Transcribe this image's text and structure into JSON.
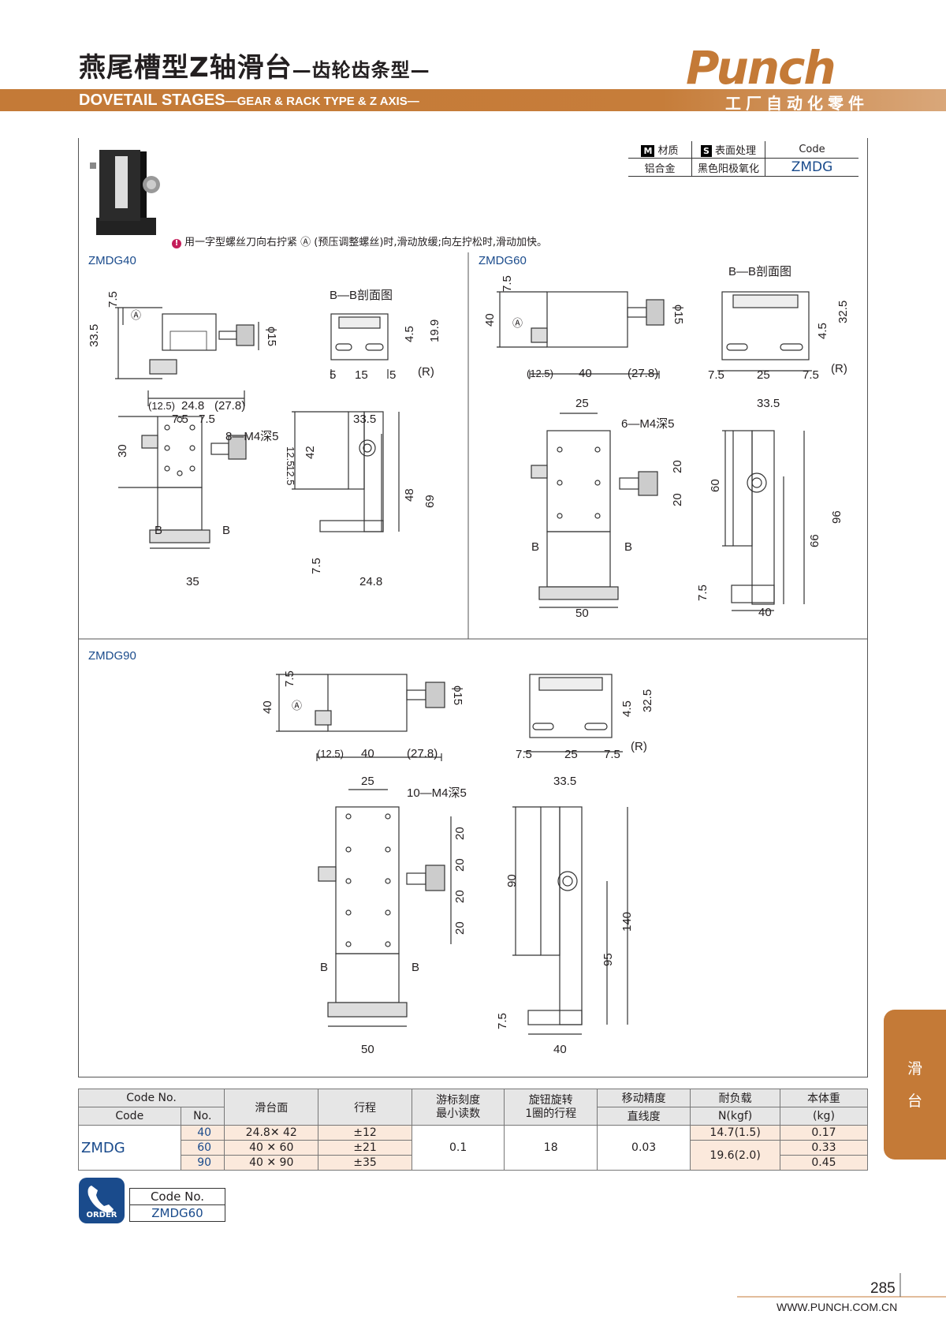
{
  "header": {
    "title_cn": "燕尾槽型Z轴滑台",
    "title_cn_sub": "—齿轮齿条型—",
    "title_en": "DOVETAIL STAGES",
    "title_en_sub": "—GEAR & RACK TYPE & Z AXIS—",
    "logo": "Punch",
    "logo_sub": "工厂自动化零件",
    "brand_color": "#c47a37"
  },
  "spec": {
    "material_label": "材质",
    "material_icon": "M",
    "surface_label": "表面处理",
    "surface_icon": "S",
    "code_label": "Code",
    "material": "铝合金",
    "surface": "黑色阳极氧化",
    "code": "ZMDG"
  },
  "note": {
    "icon": "!",
    "text": "用一字型螺丝刀向右拧紧 Ⓐ (预压调整螺丝)时,滑动放缓;向左拧松时,滑动加快。"
  },
  "models": {
    "m40": "ZMDG40",
    "m60": "ZMDG60",
    "m90": "ZMDG90"
  },
  "section_label": "B—B剖面图",
  "dims40": {
    "d75": "7.5",
    "d335": "33.5",
    "a": "Ⓐ",
    "phi15": "ϕ15",
    "d125": "(12.5)",
    "d248": "24.8",
    "d278": "(27.8)",
    "s5a": "5",
    "s15": "15",
    "s5b": "5",
    "s45": "4.5",
    "s199": "19.9",
    "r": "(R)",
    "t75a": "7.5",
    "t75b": "7.5",
    "holes": "8—M4深5",
    "t30": "30",
    "t125a": "12.5",
    "t125b": "12.5",
    "b1": "B",
    "b2": "B",
    "w35": "35",
    "e335": "33.5",
    "e42": "42",
    "e48": "48",
    "e69": "69",
    "e75": "7.5",
    "e248": "24.8"
  },
  "dims60": {
    "d75": "7.5",
    "d40": "40",
    "a": "Ⓐ",
    "phi15": "ϕ15",
    "d125": "(12.5)",
    "d40b": "40",
    "d278": "(27.8)",
    "s325": "32.5",
    "s45": "4.5",
    "s75a": "7.5",
    "s25": "25",
    "s75b": "7.5",
    "r": "(R)",
    "t25": "25",
    "holes": "6—M4深5",
    "t20a": "20",
    "t20b": "20",
    "b1": "B",
    "b2": "B",
    "w50": "50",
    "e335": "33.5",
    "e60": "60",
    "e66": "66",
    "e96": "96",
    "e75": "7.5",
    "e40": "40"
  },
  "dims90": {
    "d75": "7.5",
    "d40": "40",
    "a": "Ⓐ",
    "phi15": "ϕ15",
    "d125": "(12.5)",
    "d40b": "40",
    "d278": "(27.8)",
    "s325": "32.5",
    "s45": "4.5",
    "s75a": "7.5",
    "s25": "25",
    "s75b": "7.5",
    "r": "(R)",
    "t25": "25",
    "holes": "10—M4深5",
    "t20a": "20",
    "t20b": "20",
    "t20c": "20",
    "t20d": "20",
    "b1": "B",
    "b2": "B",
    "w50": "50",
    "e335": "33.5",
    "e90": "90",
    "e95": "95",
    "e140": "140",
    "e75": "7.5",
    "e40": "40"
  },
  "table": {
    "h_codeno": "Code No.",
    "h_code": "Code",
    "h_no": "No.",
    "h_surface": "滑台面",
    "h_stroke": "行程",
    "h_vernier": "游标刻度\n最小读数",
    "h_knob": "旋钮旋转\n1圈的行程",
    "h_accuracy": "移动精度",
    "h_linearity": "直线度",
    "h_load": "耐负载",
    "h_load_unit": "N(kgf)",
    "h_weight": "本体重",
    "h_weight_unit": "(kg)",
    "code": "ZMDG",
    "vernier": "0.1",
    "knob": "18",
    "accuracy": "0.03",
    "rows": [
      {
        "no": "40",
        "surface": "24.8✕ 42",
        "stroke": "±12",
        "load": "14.7(1.5)",
        "weight": "0.17"
      },
      {
        "no": "60",
        "surface": "40 ✕ 60",
        "stroke": "±21",
        "load": "19.6(2.0)",
        "weight": "0.33"
      },
      {
        "no": "90",
        "surface": "40 ✕ 90",
        "stroke": "±35",
        "load": "",
        "weight": "0.45"
      }
    ]
  },
  "order": {
    "icon_label": "ORDER",
    "code_label": "Code No.",
    "code_value": "ZMDG60"
  },
  "side_tab": {
    "line1": "滑",
    "line2": "台"
  },
  "footer": {
    "page": "285",
    "url": "WWW.PUNCH.COM.CN"
  }
}
